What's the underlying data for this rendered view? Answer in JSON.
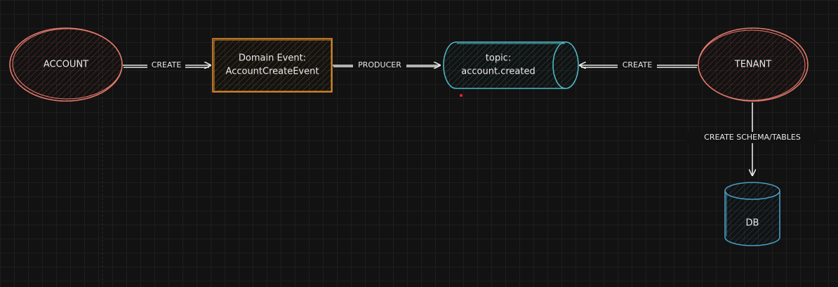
{
  "colors": {
    "background": "#121212",
    "grid": "#1e1e1e",
    "account_stroke": "#e0786c",
    "account_fill": "#3a1f1c",
    "event_stroke": "#d98a2b",
    "event_fill": "#33240f",
    "topic_stroke": "#4fb7c2",
    "topic_fill": "#17302f",
    "tenant_stroke": "#e0786c",
    "tenant_fill": "#3a1f1c",
    "db_stroke": "#4a9cc0",
    "db_fill": "#172a35",
    "edge": "#e6e6e6",
    "marker": "#ff2020"
  },
  "nodes": {
    "account": {
      "label": "ACCOUNT"
    },
    "domain_event": {
      "line1": "Domain Event:",
      "line2": "AccountCreateEvent"
    },
    "topic": {
      "line1": "topic:",
      "line2": "account.created"
    },
    "tenant": {
      "label": "TENANT"
    },
    "db": {
      "label": "DB"
    }
  },
  "edges": {
    "account_to_event": {
      "label": "CREATE"
    },
    "event_to_topic": {
      "label": "PRODUCER"
    },
    "tenant_to_topic": {
      "label": "CREATE"
    },
    "tenant_to_db": {
      "label": "CREATE SCHEMA/TABLES"
    }
  }
}
